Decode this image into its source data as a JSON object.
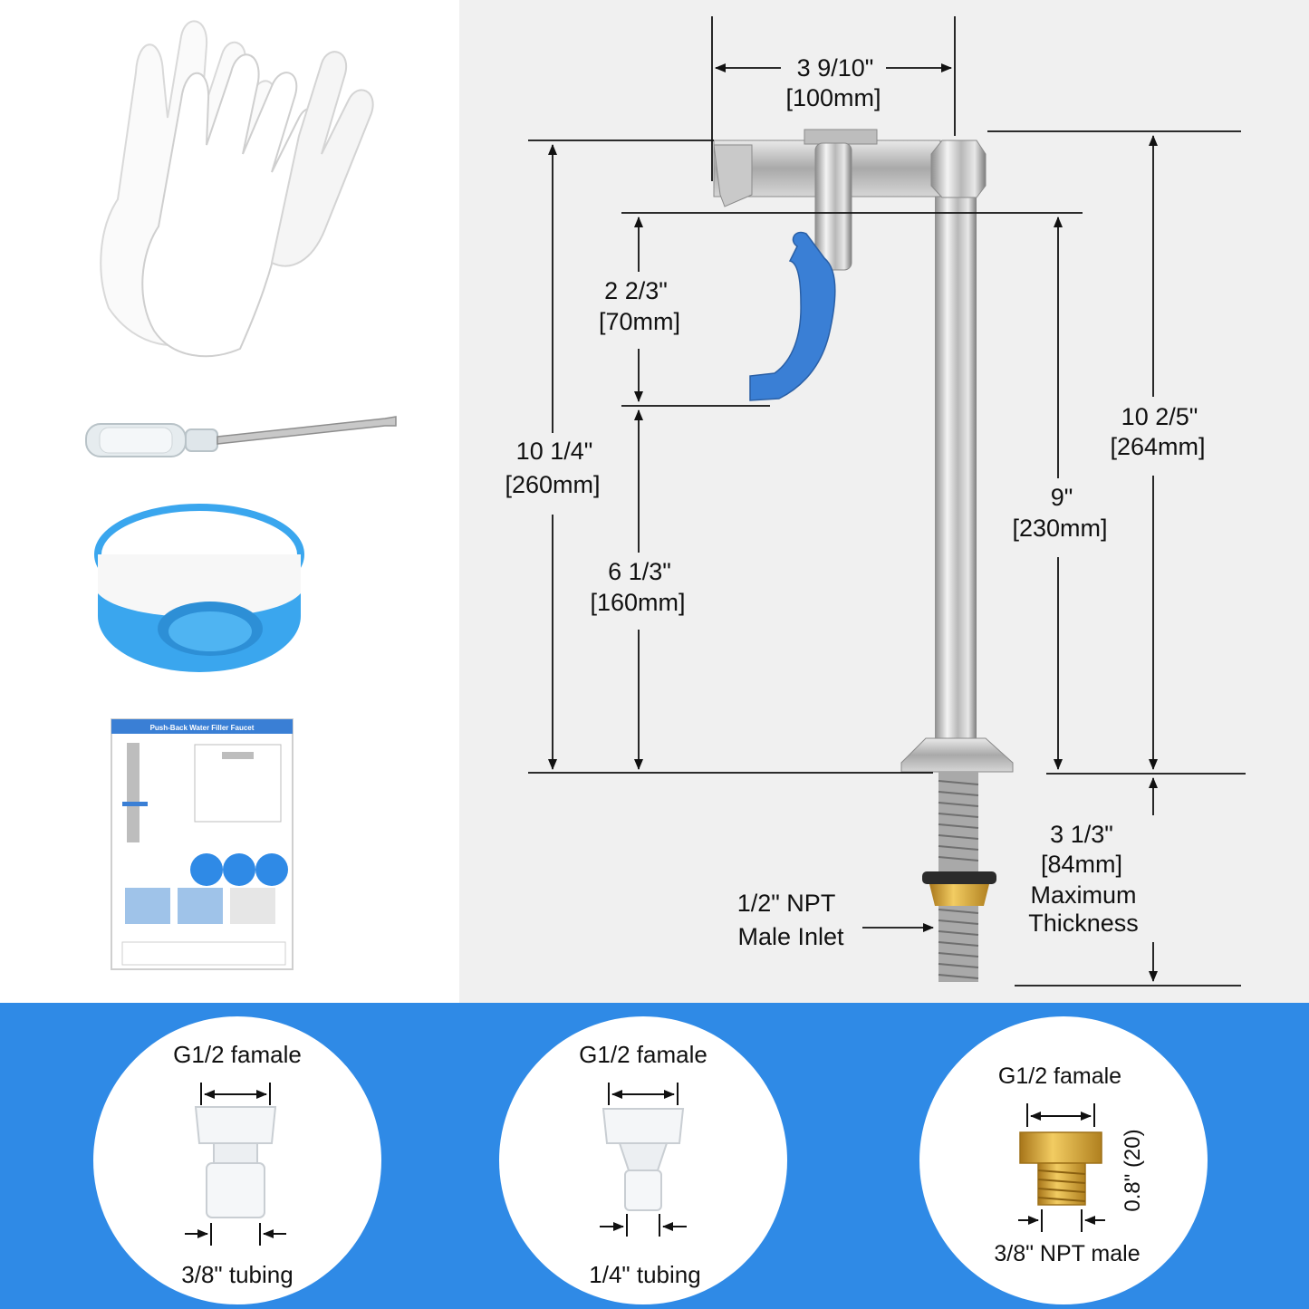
{
  "dimensions": {
    "width": "3 9/10\"",
    "width_mm": "[100mm]",
    "spout_height": "2 2/3\"",
    "spout_height_mm": "[70mm]",
    "total_height": "10 1/4\"",
    "total_height_mm": "[260mm]",
    "lever_height": "6 1/3\"",
    "lever_height_mm": "[160mm]",
    "overall_height": "10 2/5\"",
    "overall_height_mm": "[264mm]",
    "column_height": "9\"",
    "column_height_mm": "[230mm]",
    "max_thickness": "3 1/3\"",
    "max_thickness_mm": "[84mm]",
    "max_thickness_label_1": "Maximum",
    "max_thickness_label_2": "Thickness",
    "inlet_1": "1/2\" NPT",
    "inlet_2": "Male Inlet"
  },
  "manual": {
    "title": "Push-Back Water Filler Faucet"
  },
  "fittings": [
    {
      "top": "G1/2 famale",
      "bottom": "3/8\" tubing"
    },
    {
      "top": "G1/2 famale",
      "bottom": "1/4\" tubing"
    },
    {
      "top": "G1/2 famale",
      "bottom": "3/8\" NPT male",
      "side": "0.8\" (20)"
    }
  ],
  "colors": {
    "band": "#2f8ae6",
    "lever": "#3a7fd5",
    "brass": "#d9a72a",
    "tape": "#3aa6ee"
  }
}
